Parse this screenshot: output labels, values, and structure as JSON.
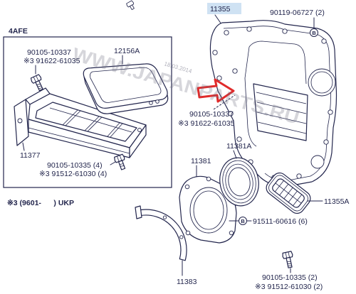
{
  "panel": {
    "engine": "4AFE"
  },
  "parts": {
    "end_plate": "11355",
    "end_plate_bolt": "90119-06727 (2)",
    "panel_bolt": "90105-10337",
    "panel_bolt_alt": "※3 91622-61035",
    "cover": "12156A",
    "plate_bolt": "90105-10337",
    "plate_bolt_alt": "※3 91622-61035",
    "bracket": "11377",
    "bracket_bolt": "90105-10335 (4)",
    "bracket_bolt_alt": "※3 91512-61030 (4)",
    "oil_seal": "11381A",
    "retainer": "11381",
    "hole_cover": "11355A",
    "retainer_bolt": "91511-60616 (6)",
    "gasket": "11383",
    "bottom_bolt": "90105-10335 (2)",
    "bottom_bolt_alt": "※3 91512-61030 (2)"
  },
  "markers": {
    "b": "B"
  },
  "footnote": "※3 (9601-      ) UKP",
  "watermark": {
    "site": "WWW.JAPANPARTS.RU",
    "date": "18.03.2014"
  },
  "colors": {
    "ink": "#23264d",
    "highlight": "#cfe2f3",
    "arrow": "#e02b2b"
  },
  "icons": {
    "pointer": "red-arrow-icon",
    "marker": "circle-b-icon"
  }
}
